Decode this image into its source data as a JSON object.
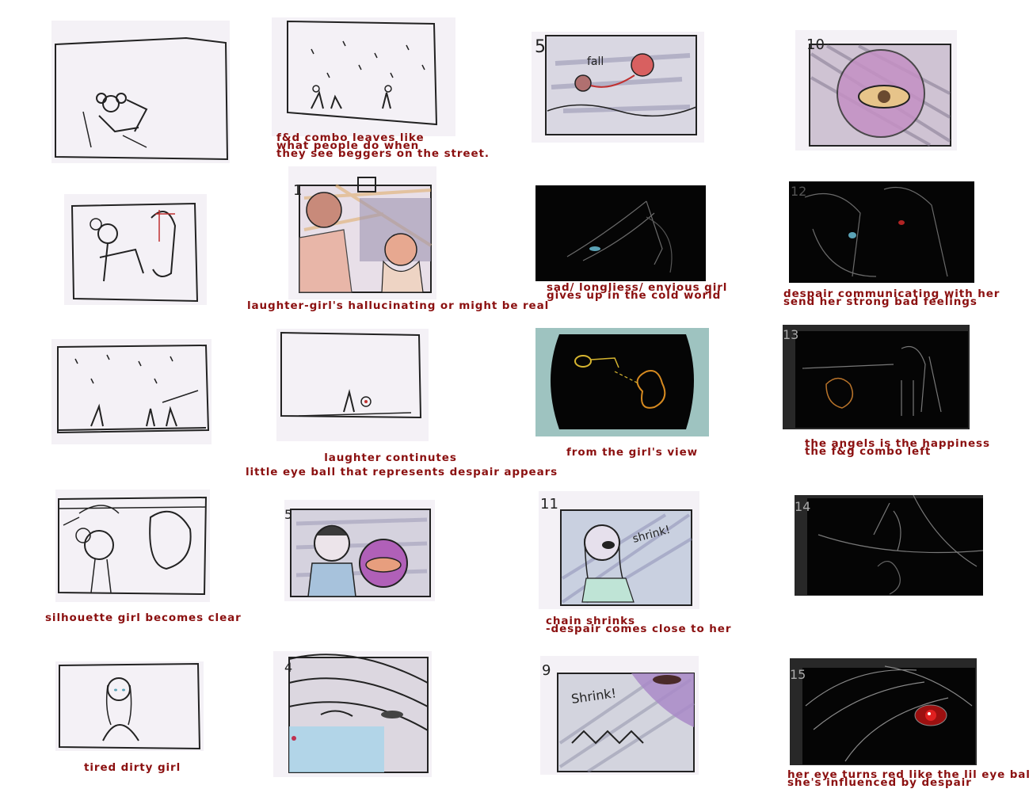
{
  "colors": {
    "caption": "#8b1010",
    "paper": "#f4f1f6",
    "ink": "#1a1a1a",
    "night": "#050505"
  },
  "panel_numbers": {
    "p_col3_row1": "5",
    "p_col4_row1": "10",
    "p_col2_row2": "1",
    "p_col4_row2": "12",
    "p_col4_row3": "13",
    "p_col2_row4": "5",
    "p_col3_row4": "11",
    "p_col4_row4": "14",
    "p_col2_row5": "4",
    "p_col3_row5": "9",
    "p_col4_row5": "15"
  },
  "panel_text": {
    "fall": "fall",
    "shrink_row4": "shrink!",
    "shrink_row5": "Shrink!"
  },
  "captions": {
    "c2_r1": [
      "f&d combo leaves like",
      "what people do when",
      "they see beggers on the street."
    ],
    "c2_r2": [
      "laughter-girl's hallucinating or might be real"
    ],
    "c3_r2": [
      "sad/ longliess/ envious girl",
      "gives up in the cold world"
    ],
    "c4_r2": [
      "despair communicating with her",
      "send her strong bad feelings"
    ],
    "c2_r3": [
      "laughter continutes",
      "little eye ball that represents despair appears"
    ],
    "c3_r3": [
      "from the girl's view"
    ],
    "c4_r3": [
      "the angels is the happiness",
      "the f&g combo left"
    ],
    "c1_r4": [
      "silhouette girl becomes clear"
    ],
    "c3_r4": [
      "chain shrinks",
      "-despair comes close to her"
    ],
    "c1_r5": [
      "tired dirty girl"
    ],
    "c4_r5": [
      "her eye turns red like the lil eye ball",
      "she's influenced by despair"
    ]
  }
}
